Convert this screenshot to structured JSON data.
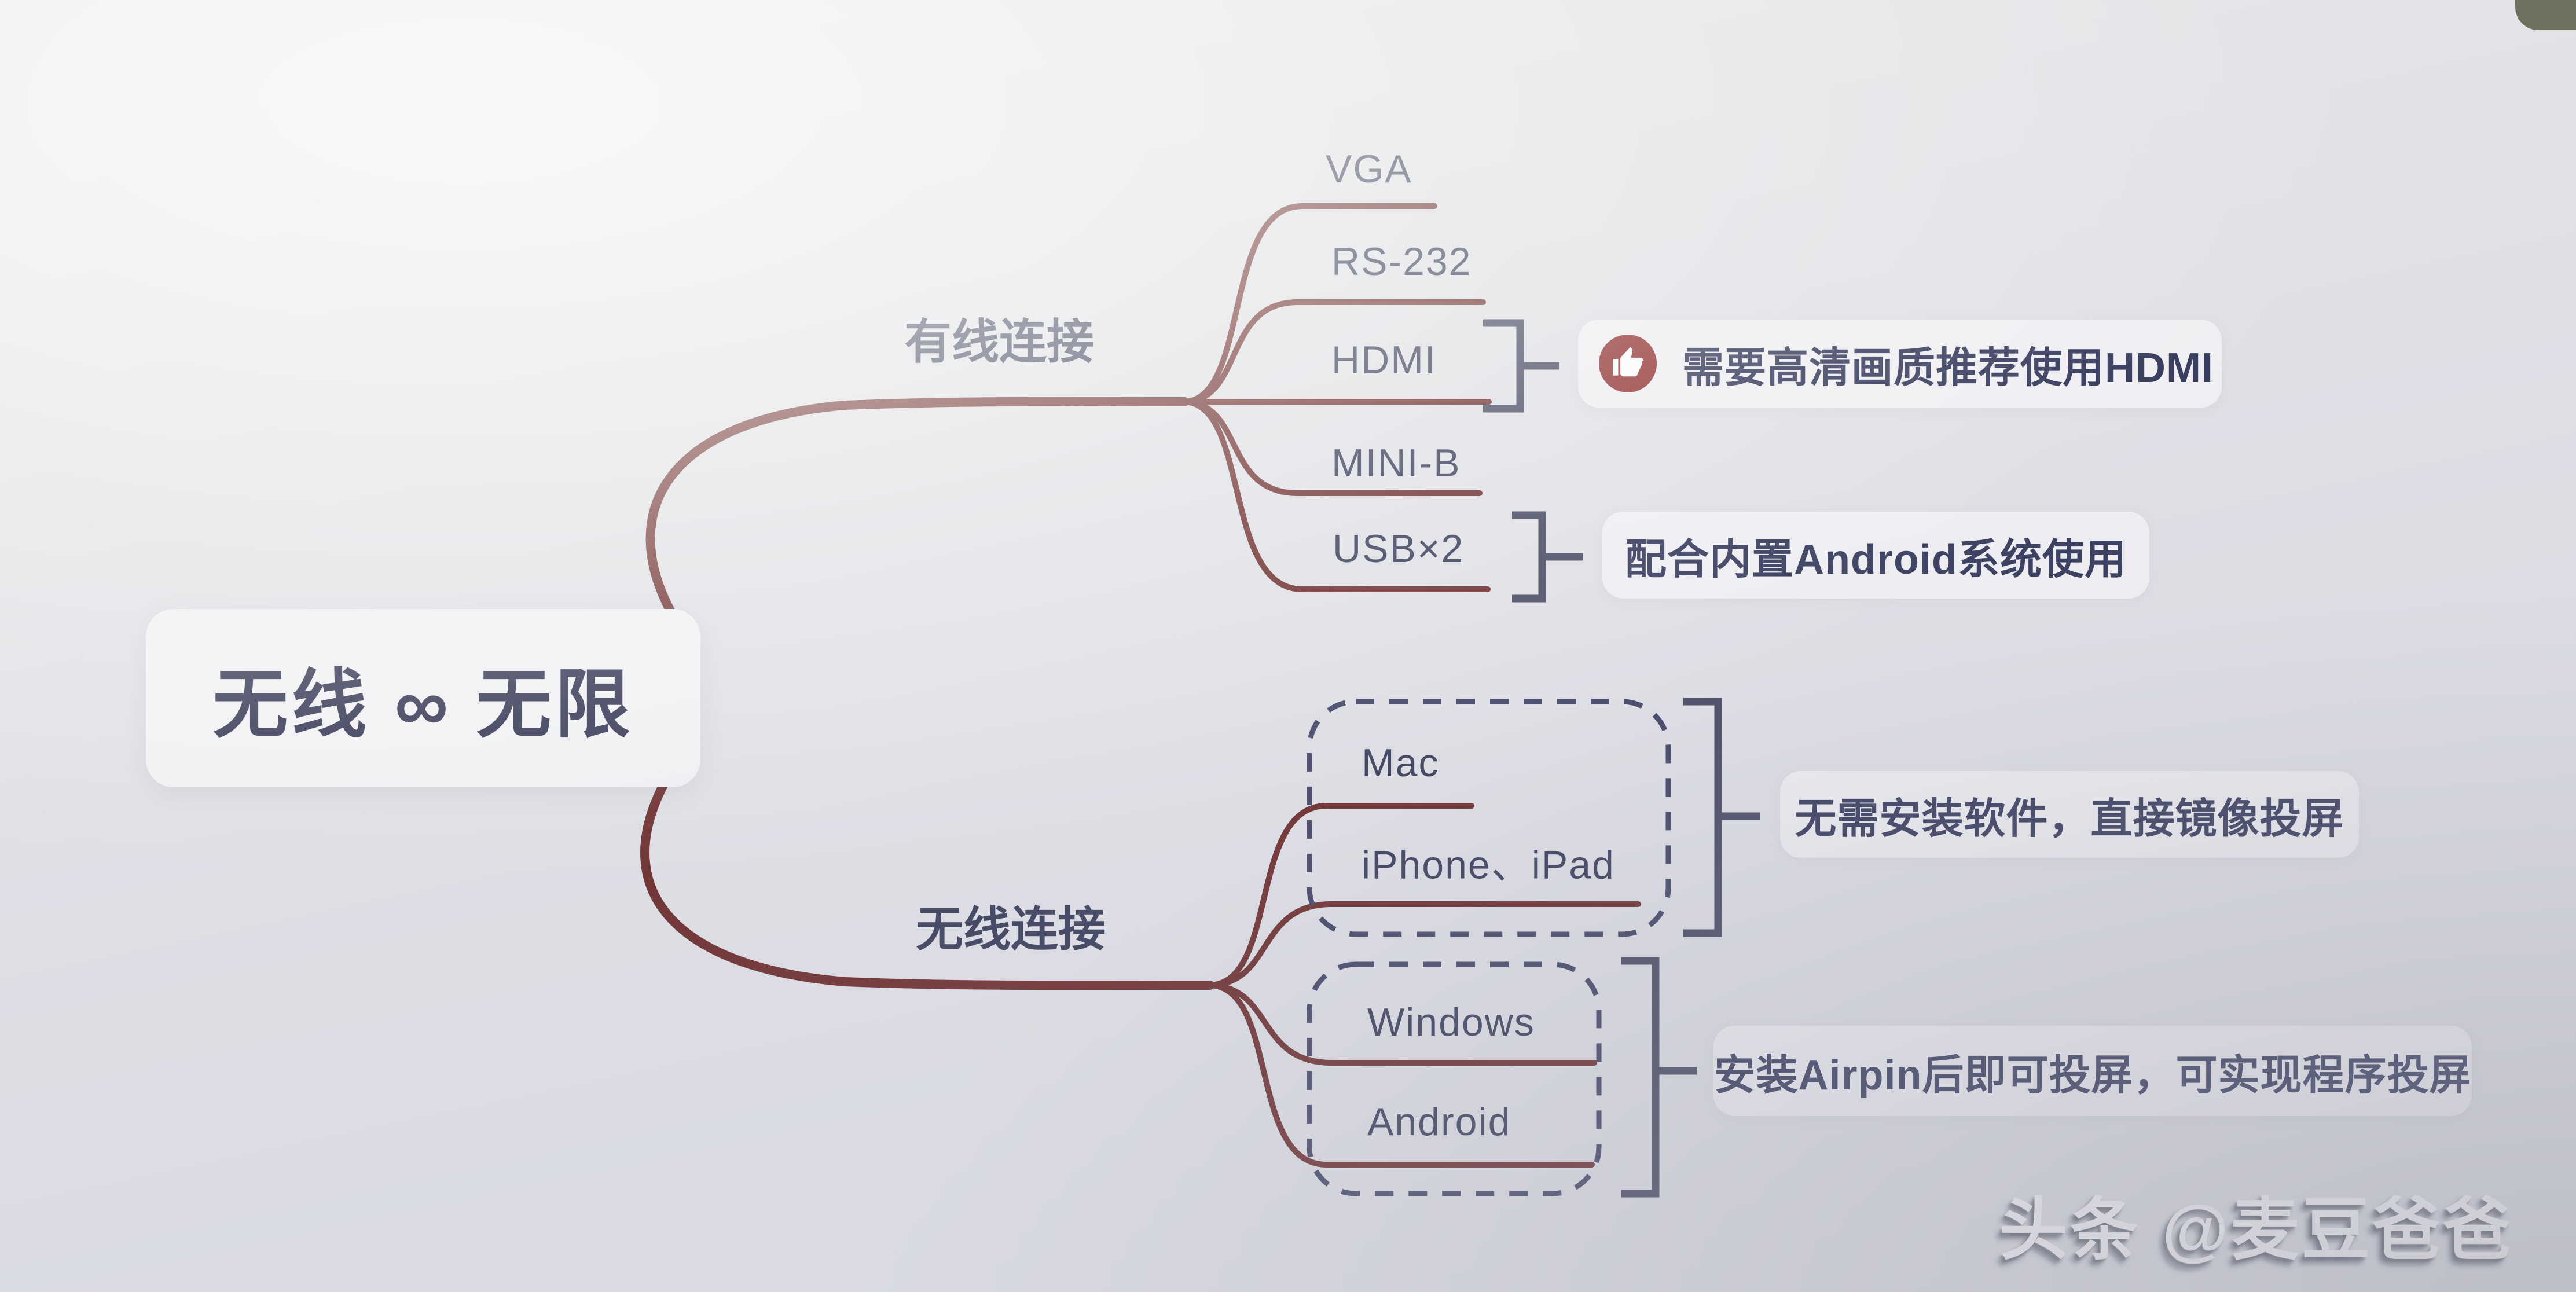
{
  "root": {
    "label": "无线 ∞ 无限"
  },
  "branches": [
    {
      "label": "有线连接",
      "leaves": [
        "VGA",
        "RS-232",
        "HDMI",
        "MINI-B",
        "USB×2"
      ]
    },
    {
      "label": "无线连接",
      "groups": [
        {
          "items": [
            "Mac",
            "iPhone、iPad"
          ]
        },
        {
          "items": [
            "Windows",
            "Android"
          ]
        }
      ]
    }
  ],
  "annotations": [
    {
      "target": "HDMI",
      "icon": "thumbs-up-badge",
      "text": "需要高清画质推荐使用HDMI"
    },
    {
      "target": "USB×2",
      "text": "配合内置Android系统使用"
    },
    {
      "target": "Mac、iPhone、iPad",
      "text": "无需安装软件，直接镜像投屏"
    },
    {
      "target": "Windows、Android",
      "text": "安装Airpin后即可投屏，可实现程序投屏"
    }
  ],
  "watermark": {
    "text": "头条 @麦豆爸爸"
  },
  "colors": {
    "branch_line": "#5e1615",
    "node_text": "#232848",
    "bracket": "#343852",
    "dashed_box": "#2c3054",
    "badge_bg": "#871c1c",
    "card_bg": "#f3f3f6",
    "pill_bg": "#f2f2f6",
    "watermark_text": "#fcfcfd"
  }
}
